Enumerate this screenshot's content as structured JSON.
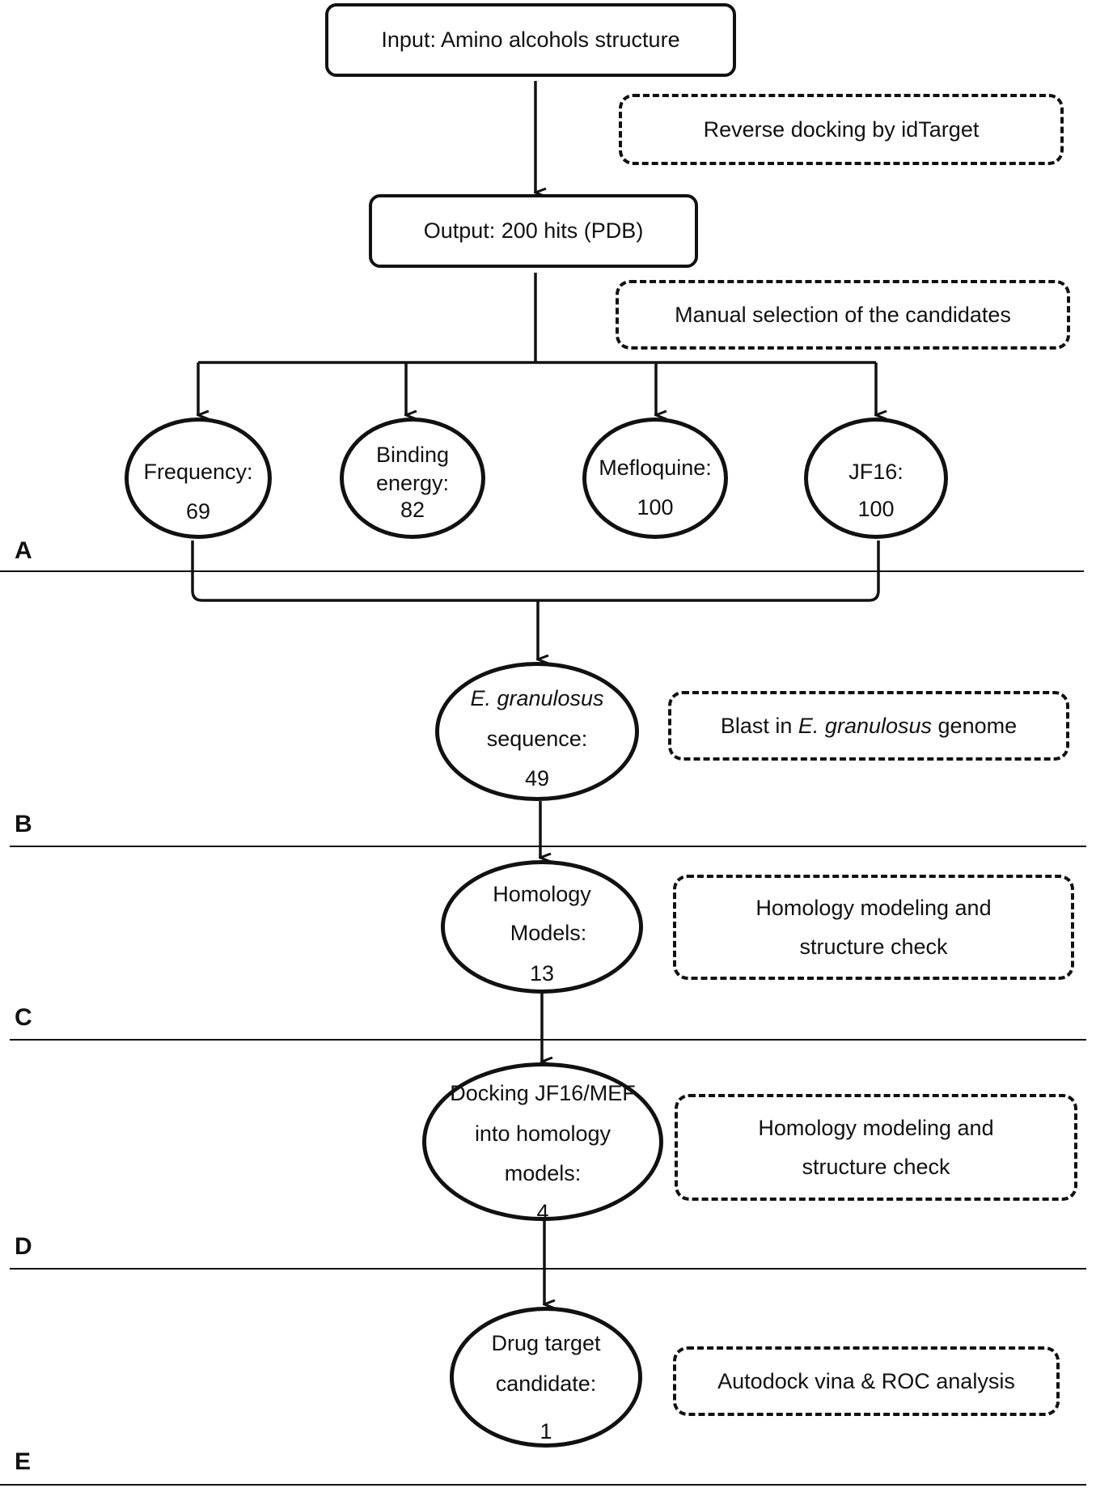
{
  "top": {
    "input": "Input: Amino alcohols structure",
    "reverse_docking": "Reverse docking by idTarget",
    "output": "Output: 200 hits (PDB)",
    "manual_selection": "Manual selection of the candidates"
  },
  "candidates": {
    "frequency": {
      "label": "Frequency:",
      "value": "69"
    },
    "binding": {
      "label_line1": "Binding",
      "label_line2": "energy:",
      "value": "82"
    },
    "mefloquine": {
      "label": "Mefloquine:",
      "value": "100"
    },
    "jf16": {
      "label": "JF16:",
      "value": "100"
    }
  },
  "section_b": {
    "node_line1": "E. granulosus",
    "node_line2": "sequence:",
    "node_value": "49",
    "note_prefix": "Blast in ",
    "note_italic": "E. granulosus",
    "note_suffix": " genome"
  },
  "section_c": {
    "node_line1": "Homology",
    "node_line2": "Models:",
    "node_value": "13",
    "note_line1": "Homology modeling and",
    "note_line2": "structure check"
  },
  "section_d": {
    "node_line1": "Docking JF16/MEF",
    "node_line2": "into homology",
    "node_line3": "models:",
    "node_value": "4",
    "note_line1": "Homology modeling and",
    "note_line2": "structure check"
  },
  "section_e": {
    "node_line1": "Drug target",
    "node_line2": "candidate:",
    "node_value": "1",
    "note": "Autodock vina & ROC analysis"
  },
  "section_labels": {
    "a": "A",
    "b": "B",
    "c": "C",
    "d": "D",
    "e": "E"
  }
}
